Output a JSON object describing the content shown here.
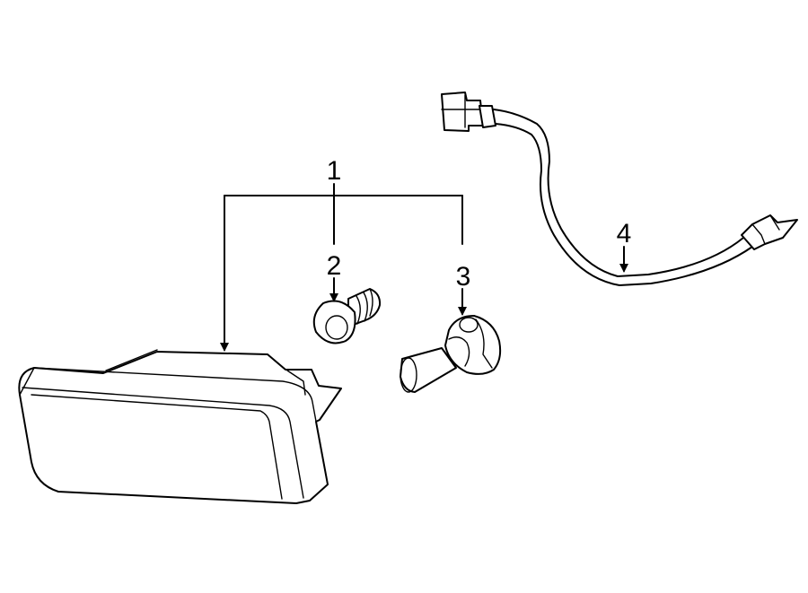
{
  "callouts": [
    {
      "id": "1",
      "label": "1"
    },
    {
      "id": "2",
      "label": "2"
    },
    {
      "id": "3",
      "label": "3"
    },
    {
      "id": "4",
      "label": "4"
    }
  ]
}
